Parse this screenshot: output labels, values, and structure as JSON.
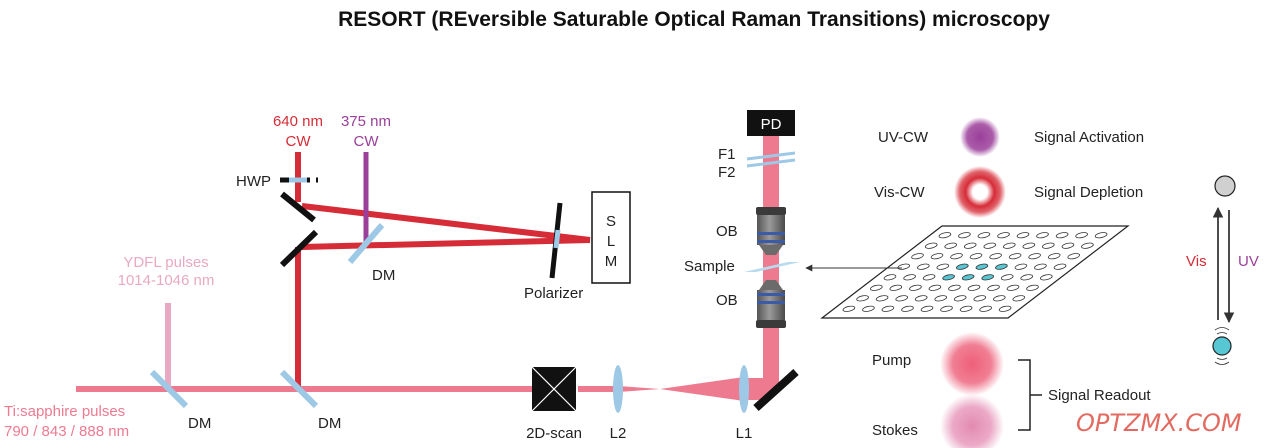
{
  "title": "RESORT (REversible Saturable Optical Raman Transitions) microscopy",
  "sources": {
    "red_cw": {
      "wavelength": "640 nm",
      "mode": "CW"
    },
    "uv_cw": {
      "wavelength": "375 nm",
      "mode": "CW"
    },
    "ydfl": {
      "name": "YDFL pulses",
      "range": "1014-1046 nm"
    },
    "tisapph": {
      "name": "Ti:sapphire pulses",
      "wavelengths": "790 / 843 / 888 nm"
    }
  },
  "components": {
    "hwp": "HWP",
    "dm": "DM",
    "polarizer": "Polarizer",
    "slm": [
      "S",
      "L",
      "M"
    ],
    "pd": "PD",
    "f1": "F1",
    "f2": "F2",
    "ob": "OB",
    "sample": "Sample",
    "scan": "2D-scan",
    "l2": "L2",
    "l1": "L1"
  },
  "legend": {
    "uv_label": "UV-CW",
    "uv_role": "Signal Activation",
    "vis_label": "Vis-CW",
    "vis_role": "Signal Depletion",
    "pump": "Pump",
    "stokes": "Stokes",
    "readout": "Signal Readout"
  },
  "switching": {
    "vis": "Vis",
    "uv": "UV"
  },
  "watermark": "OPTZMX.COM",
  "colors": {
    "red_beam": "#d62c37",
    "pink_beam": "#ee7a90",
    "ydfl_beam": "#e9a9c2",
    "uv_beam": "#9b3f9a",
    "optic_blue": "#9ec9e6",
    "red_text": "#d62c37",
    "uv_text": "#9b3f9a",
    "ydfl_text": "#e9a9c2",
    "pink_text": "#ee7a90",
    "cyan_dot": "#57c7d4",
    "watermark": "#e36a60"
  }
}
